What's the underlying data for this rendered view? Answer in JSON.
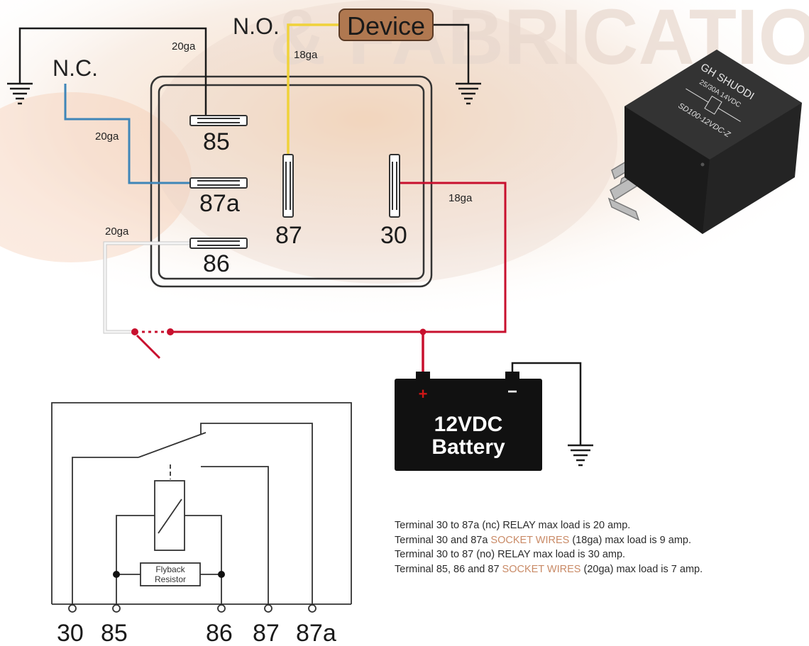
{
  "labels": {
    "no": "N.O.",
    "nc": "N.C.",
    "device": "Device",
    "ga_85": "20ga",
    "ga_87": "18ga",
    "ga_87a": "20ga",
    "ga_30": "18ga",
    "ga_86": "20ga"
  },
  "pins": {
    "p85": "85",
    "p87a": "87a",
    "p86": "86",
    "p87": "87",
    "p30": "30"
  },
  "relay_photo": {
    "brand": "GH SHUODI",
    "rating": "25/30A 14VDC",
    "model": "SD100-12VDC-Z"
  },
  "battery": {
    "line1": "12VDC",
    "line2": "Battery",
    "plus": "+",
    "minus": "−"
  },
  "schematic": {
    "flyback_line1": "Flyback",
    "flyback_line2": "Resistor",
    "terminals": [
      "30",
      "85",
      "86",
      "87",
      "87a"
    ]
  },
  "notes": {
    "n1": "Terminal 30 to 87a (nc) RELAY max load is 20 amp.",
    "n2_a": "Terminal 30 and 87a ",
    "n2_hl": "SOCKET WIRES",
    "n2_b": " (18ga) max load is 9 amp.",
    "n3": "Terminal 30 to 87 (no) RELAY max load is 30 amp.",
    "n4_a": "Terminal 85, 86 and 87 ",
    "n4_hl": "SOCKET WIRES",
    "n4_b": " (20ga) max load is 7 amp."
  },
  "colors": {
    "black_wire": "#1a1a1a",
    "blue_wire": "#3f86b8",
    "yellow_wire": "#f0d23a",
    "red_wire": "#c8102e",
    "white_wire": "#e8e8e8",
    "device_fill": "#b07850",
    "highlight_text": "#c98a66"
  }
}
